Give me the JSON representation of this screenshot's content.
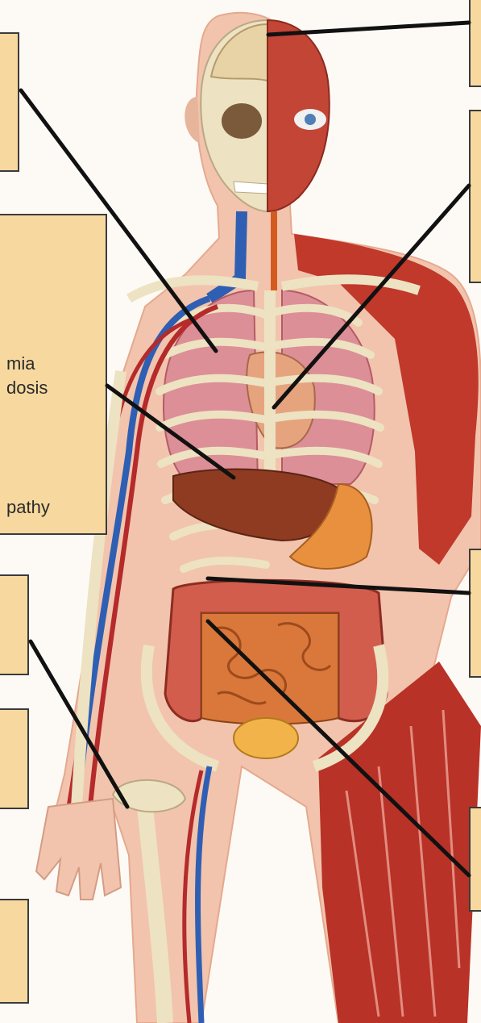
{
  "diagram": {
    "label_fragments": [
      "mia",
      "dosis",
      "pathy"
    ],
    "colors": {
      "label_box_fill": "#f7d9a0",
      "label_box_border": "#3b3b3b",
      "leader_line": "#111111",
      "skin": "#f2c4ad",
      "muscle": "#c0392b",
      "bone": "#ede2c2",
      "vein": "#2f5fb3",
      "artery": "#b52a2a",
      "lung": "#dc8f96",
      "liver": "#8e3b22",
      "intestine": "#d9783a"
    }
  }
}
